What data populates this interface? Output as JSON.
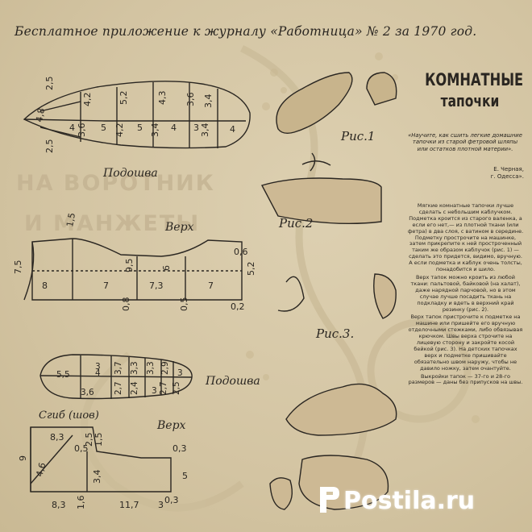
{
  "header": "Бесплатное приложение к журналу «Работница» № 2 за 1970 год.",
  "ghost_text": {
    "line1": "НА ВОРОТНИК",
    "line2": "И МАНЖЕТЫ"
  },
  "article": {
    "title_line1": "КОМНАТНЫЕ",
    "title_line2": "тапочки",
    "intro": "«Научите, как сшить легкие домашние тапочки из старой фетровой шляпы или остатков плотной материи».",
    "author": "Е. Черная,",
    "author_city": "г. Одесса».",
    "paragraphs": [
      "Мягкие комнатные тапочки лучше сделать с небольшим каблучком. Подметка кроится из старого валенка, а если его нет,— из плотной ткани (или фетра) в два слоя, с ватином в середине. Подметку прострочите на машинке, затем прикрепите к ней простроченный таким же образом каблучок (рис. 1) — сделать это придется, видимо, вручную. А если подметка и каблук очень толсты, понадобится и шило.",
      "Верх тапок можно кроить из любой ткани: пальтовой, байковой (на халат), даже нарядной парчовой, но в этом случае лучше посадить ткань на подкладку и вдеть в верхний край резинку (рис. 2).",
      "Верх тапок пристрочите к подметке на машине или пришейте его вручную отделочными стежками, либо обвязывая крючком. Швы верха строчите на лицевую сторону и закройте косой бейкой (рис. 3). На детских тапочках верх и подметке пришивайте обязательно швом наружу, чтобы не давило ножку, затем очантуйте.",
      "Выкройки тапок — 37-го и 28-го размеров — даны без припусков на швы."
    ]
  },
  "figure_labels": {
    "fig1": "Рис.1",
    "fig2": "Рис.2",
    "fig3": "Рис.3."
  },
  "pattern_labels": {
    "sole1": "Подошва",
    "upper1": "Верх",
    "sole2": "Подошва",
    "upper2": "Верх",
    "fold": "Сгиб (шов)"
  },
  "sole1_dims": {
    "left_top": "2,5",
    "left_bottom": "2,5",
    "toe": "4,8",
    "top_row": [
      "4,2",
      "5,2",
      "4,3",
      "3,6",
      "3,4"
    ],
    "bottom_row": [
      "4",
      "3,6",
      "5",
      "4,2",
      "5",
      "3,4",
      "4",
      "3",
      "3,4",
      "4"
    ]
  },
  "upper1_dims": {
    "top": "1,5",
    "left": "7,5",
    "mid_vertical": "9,5",
    "right_top": "0,6",
    "right": "5,2",
    "bottom_row": [
      "8",
      "7",
      "7,3",
      "6",
      "7"
    ],
    "bottom_ticks": [
      "0,8",
      "0,5",
      "0,2"
    ]
  },
  "sole2_dims": {
    "values": [
      "5,5",
      "4",
      "3,6",
      "3",
      "3,7",
      "3,3",
      "3,3",
      "2,9",
      "3",
      "2,7",
      "2,4",
      "3",
      "2,7",
      "2,5"
    ]
  },
  "upper2_dims": {
    "top_left": "8,3",
    "mid_a": "0,5",
    "mid_b": "2,5",
    "mid_c": "1,5",
    "right_top": "0,3",
    "left": "9",
    "diag": "4,6",
    "lower_mid": "3,4",
    "right": "5",
    "right_bottom": "0,3",
    "bottom_row": [
      "8,3",
      "1,6",
      "11,7",
      "3"
    ]
  },
  "watermark": "Postila.ru"
}
